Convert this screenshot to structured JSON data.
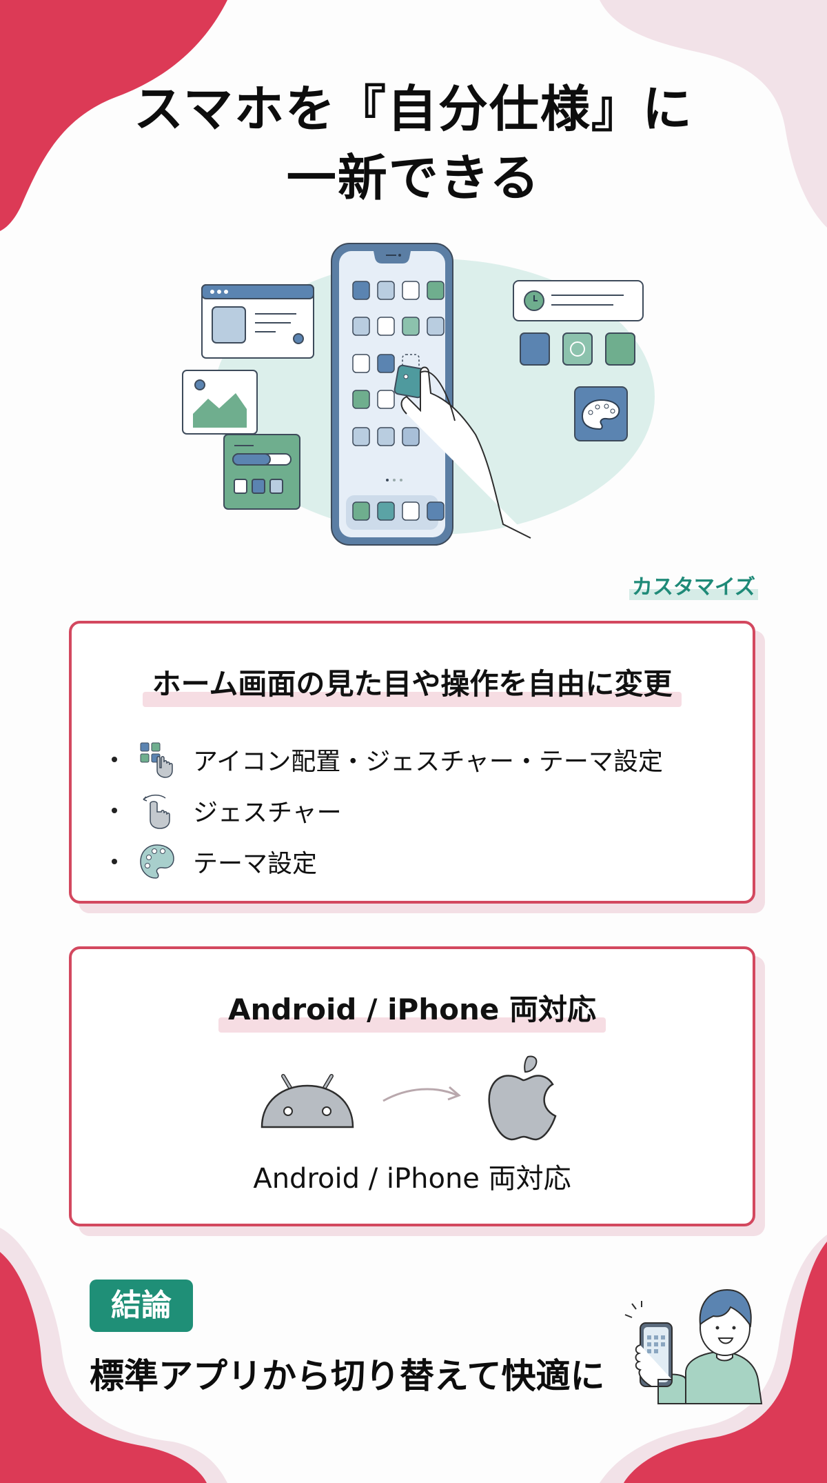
{
  "colors": {
    "accent_red": "#dc3a56",
    "accent_pink": "#f2e2e8",
    "accent_green": "#1f8f77",
    "card_border": "#d3485f",
    "icon_blue": "#5b84b1",
    "icon_green": "#6fae8e"
  },
  "header": {
    "title_line1": "スマホを『自分仕様』に",
    "title_line2": "一新できる"
  },
  "hero": {
    "icon": "phone-customization-illustration"
  },
  "tag": {
    "label": "カスタマイズ"
  },
  "card1": {
    "title": "ホーム画面の見た目や操作を自由に変更",
    "items": [
      {
        "icon": "grid-tap-icon",
        "label": "アイコン配置・ジェスチャー・テーマ設定"
      },
      {
        "icon": "swipe-gesture-icon",
        "label": "ジェスチャー"
      },
      {
        "icon": "palette-icon",
        "label": "テーマ設定"
      }
    ]
  },
  "card2": {
    "title": "Android / iPhone 両対応",
    "from_icon": "android-icon",
    "to_icon": "apple-icon",
    "label": "Android / iPhone 両対応"
  },
  "conclusion": {
    "badge": "結論",
    "text": "標準アプリから切り替えて快適に",
    "icon": "person-holding-phone-illustration"
  }
}
